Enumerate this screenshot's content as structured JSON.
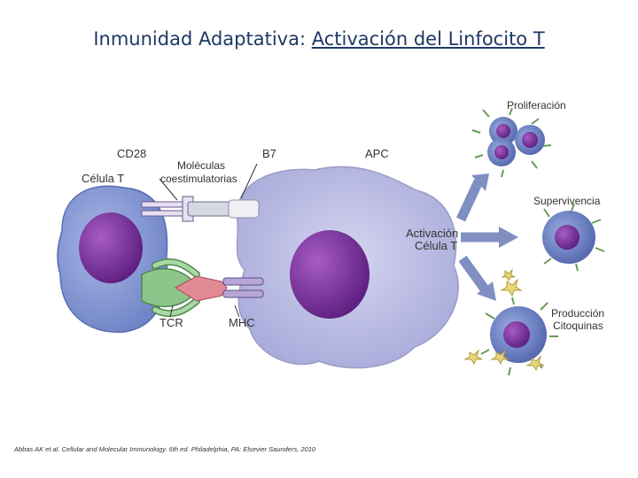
{
  "title": {
    "main": "Inmunidad Adaptativa:",
    "underlined": "Activación del Linfocito T"
  },
  "labels": {
    "cd28": "CD28",
    "celula_t": "Célula T",
    "moleculas_line1": "Moléculas",
    "moleculas_line2": "coestimulatorias",
    "b7": "B7",
    "apc": "APC",
    "tcr": "TCR",
    "mhc": "MHC",
    "proliferacion": "Proliferación",
    "supervivencia": "Supervivencia",
    "activacion_line1": "Activación",
    "activacion_line2": "Célula T",
    "produccion_line1": "Producción",
    "produccion_line2": "Citoquinas"
  },
  "reference": "Abbas AK et al. Cellular and Molecular Immunology. 6th ed. Philadelphia, PA: Elsevier Saunders, 2010",
  "colors": {
    "title": "#1f3864",
    "t_cell": "#7f93cf",
    "apc": "#b8b9e0",
    "nucleus": "#7b2f9a",
    "receptor_green": "#8dc58a",
    "arrow": "#7f8fc2",
    "cytokine": "#e8d878"
  }
}
